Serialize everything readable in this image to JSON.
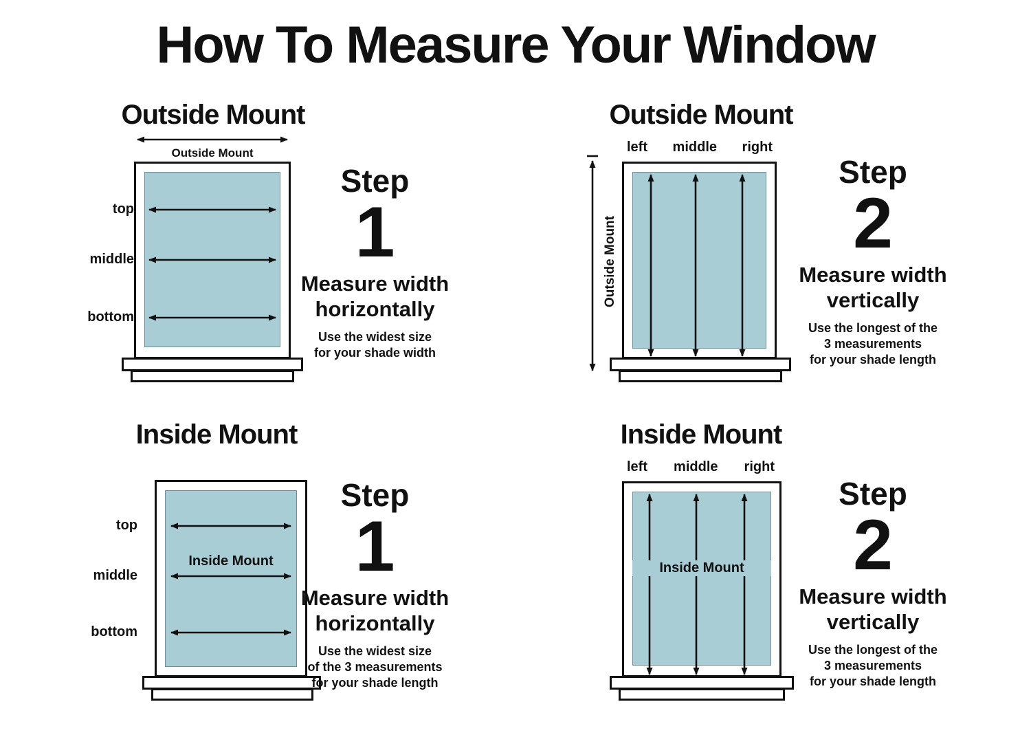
{
  "title": "How To Measure Your Window",
  "colors": {
    "pane": "#a8cdd5",
    "line": "#111111",
    "background": "#ffffff"
  },
  "panels": [
    {
      "heading": "Outside Mount",
      "window_label": "Outside Mount",
      "row_labels": [
        "top",
        "middle",
        "bottom"
      ],
      "step_word": "Step",
      "step_number": "1",
      "desc": [
        "Measure width",
        "horizontally"
      ],
      "notes": [
        "Use the widest size",
        "for your shade width"
      ]
    },
    {
      "heading": "Outside Mount",
      "side_label": "Outside Mount",
      "col_labels": [
        "left",
        "middle",
        "right"
      ],
      "step_word": "Step",
      "step_number": "2",
      "desc": [
        "Measure width",
        "vertically"
      ],
      "notes": [
        "Use the longest of the",
        "3 measurements",
        "for your shade length"
      ]
    },
    {
      "heading": "Inside Mount",
      "window_label": "Inside Mount",
      "row_labels": [
        "top",
        "middle",
        "bottom"
      ],
      "step_word": "Step",
      "step_number": "1",
      "desc": [
        "Measure width",
        "horizontally"
      ],
      "notes": [
        "Use the widest size",
        "of the 3 measurements",
        "for your shade length"
      ]
    },
    {
      "heading": "Inside Mount",
      "window_label": "Inside Mount",
      "col_labels": [
        "left",
        "middle",
        "right"
      ],
      "step_word": "Step",
      "step_number": "2",
      "desc": [
        "Measure width",
        "vertically"
      ],
      "notes": [
        "Use the longest of the",
        "3 measurements",
        "for your shade length"
      ]
    }
  ]
}
